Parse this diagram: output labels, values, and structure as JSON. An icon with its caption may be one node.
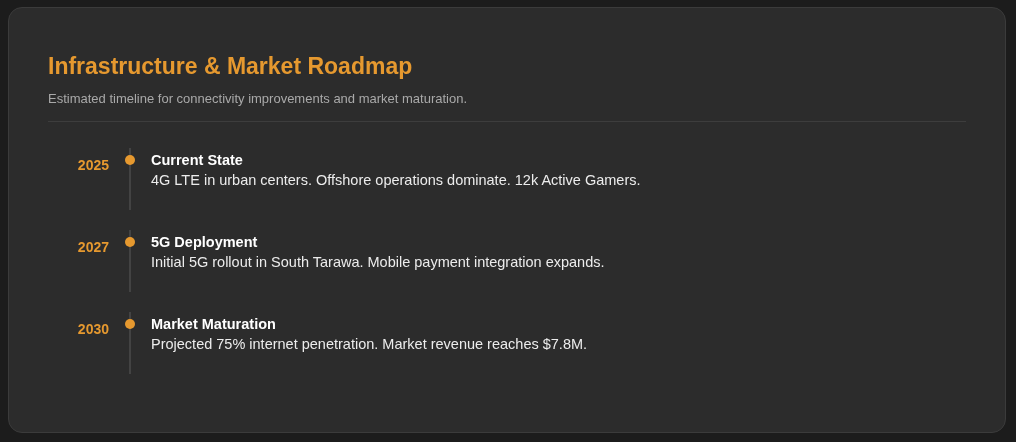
{
  "diagram": {
    "title": "Infrastructure & Market Roadmap",
    "nodes": [
      {
        "text": [
          "Current State",
          "4G LTE in urban centers. Offshore operations dominate. 12k Active Gamers."
        ],
        "beside": [
          "2025"
        ]
      },
      {
        "text": [
          "5G Deployment",
          "Initial 5G rollout in South Tarawa. Mobile payment integration expands."
        ],
        "beside": [
          "2027"
        ]
      },
      {
        "text": [
          "Market Maturation",
          "Projected 75% internet penetration. Market revenue reaches $7.8M."
        ],
        "beside": [
          "2030"
        ]
      }
    ],
    "labels": [
      "Estimated timeline for connectivity improvements and market maturation."
    ]
  }
}
